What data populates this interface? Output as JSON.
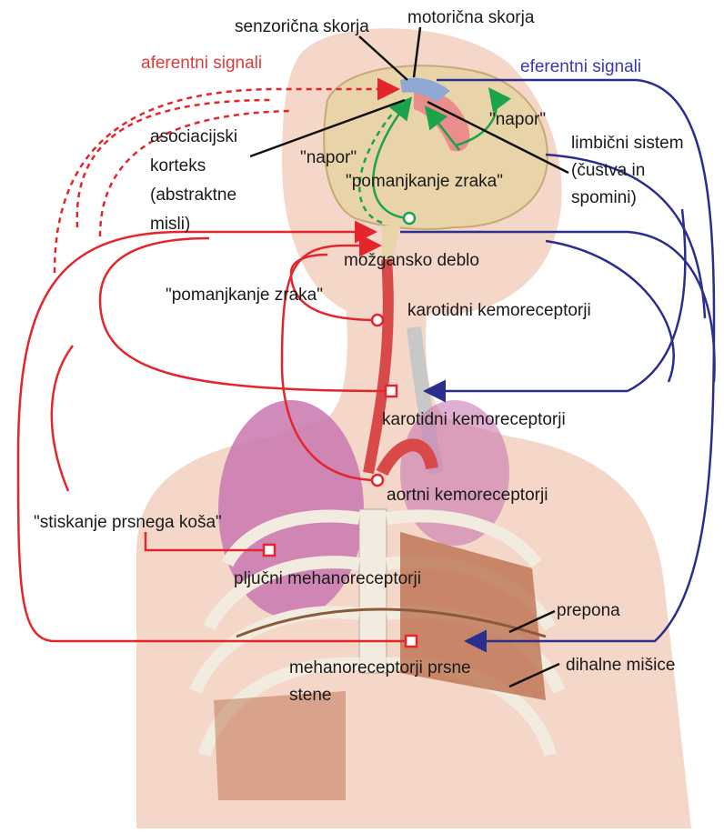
{
  "colors": {
    "afferent": "#e3262b",
    "efferent": "#2a2e8f",
    "other": "#1aa34a",
    "skin": "#f4d7c8",
    "muscle": "#b5633d",
    "bone": "#f2ece0",
    "lung": "#c978b0",
    "vessel": "#d84a4a"
  },
  "labels": {
    "sensory_cortex": "senzorična skorja",
    "motor_cortex": "motorična skorja",
    "afferent_signals": "aferentni signali",
    "efferent_signals": "eferentni signali",
    "association_cortex": "asociacijski\nkorteks\n(abstraktne\nmisli)",
    "effort_right": "\"napor\"",
    "effort_left": "\"napor\"",
    "limbic_system": "limbični sistem\n(čustva in\nspomini)",
    "air_hunger_top": "\"pomanjkanje zraka\"",
    "brainstem": "možgansko deblo",
    "air_hunger_mid": "\"pomanjkanje zraka\"",
    "carotid_chemo_1": "karotidni kemoreceptorji",
    "carotid_chemo_2": "karotidni kemoreceptorji",
    "aortic_chemo": "aortni kemoreceptorji",
    "chest_tightness": "\"stiskanje prsnega koša\"",
    "lung_mechano": "pljučni mehanoreceptorji",
    "diaphragm": "prepona",
    "chest_wall_mechano": "mehanoreceptorji prsne\nstene",
    "respiratory_muscles": "dihalne mišice"
  }
}
